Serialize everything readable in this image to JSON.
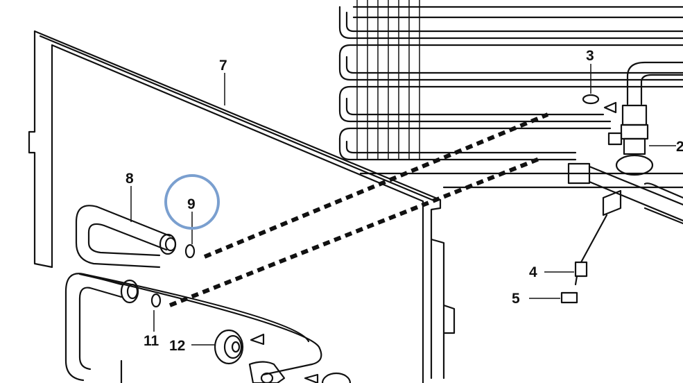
{
  "labels": {
    "p2": "2",
    "p3": "3",
    "p4": "4",
    "p5": "5",
    "p7": "7",
    "p8": "8",
    "p9": "9",
    "p11": "11",
    "p12": "12"
  },
  "highlight": {
    "part": "9",
    "color": "#7a9fcf"
  },
  "colors": {
    "line": "#111111",
    "background": "#ffffff"
  }
}
